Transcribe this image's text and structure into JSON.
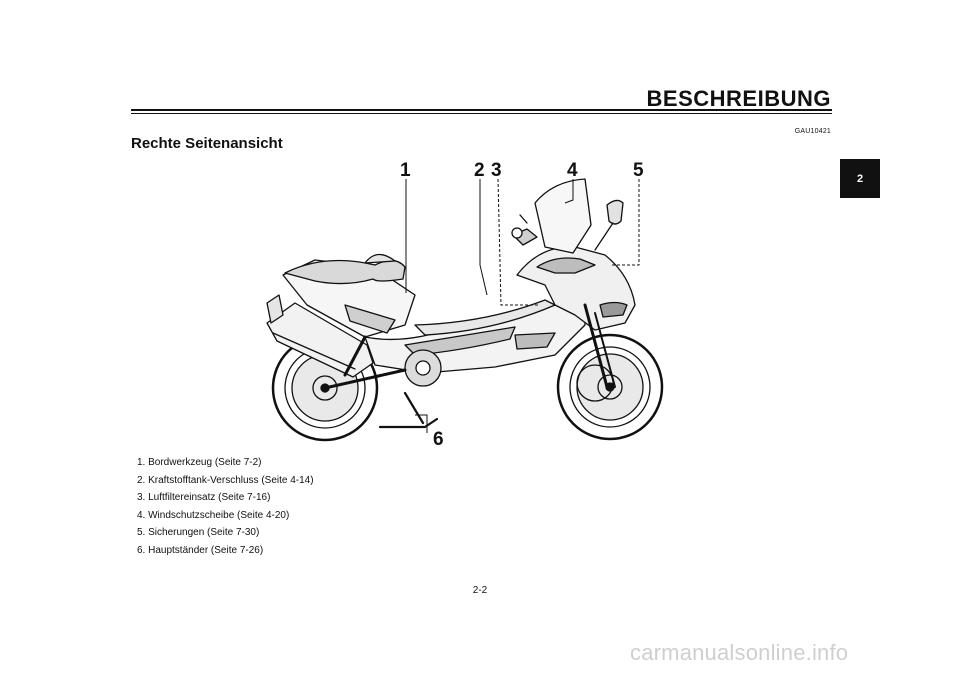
{
  "header": {
    "title": "BESCHREIBUNG"
  },
  "section": {
    "code": "GAU10421",
    "title": "Rechte Seitenansicht"
  },
  "chapter_tab": "2",
  "callouts": [
    "1",
    "2",
    "3",
    "4",
    "5",
    "6"
  ],
  "legend": [
    "1.  Bordwerkzeug (Seite 7-2)",
    "2.  Kraftstofftank-Verschluss (Seite 4-14)",
    "3.  Luftfiltereinsatz (Seite 7-16)",
    "4.  Windschutzscheibe (Seite 4-20)",
    "5.  Sicherungen (Seite 7-30)",
    "6.  Hauptständer (Seite 7-26)"
  ],
  "page_number": "2-2",
  "watermark": "carmanualsonline.info"
}
